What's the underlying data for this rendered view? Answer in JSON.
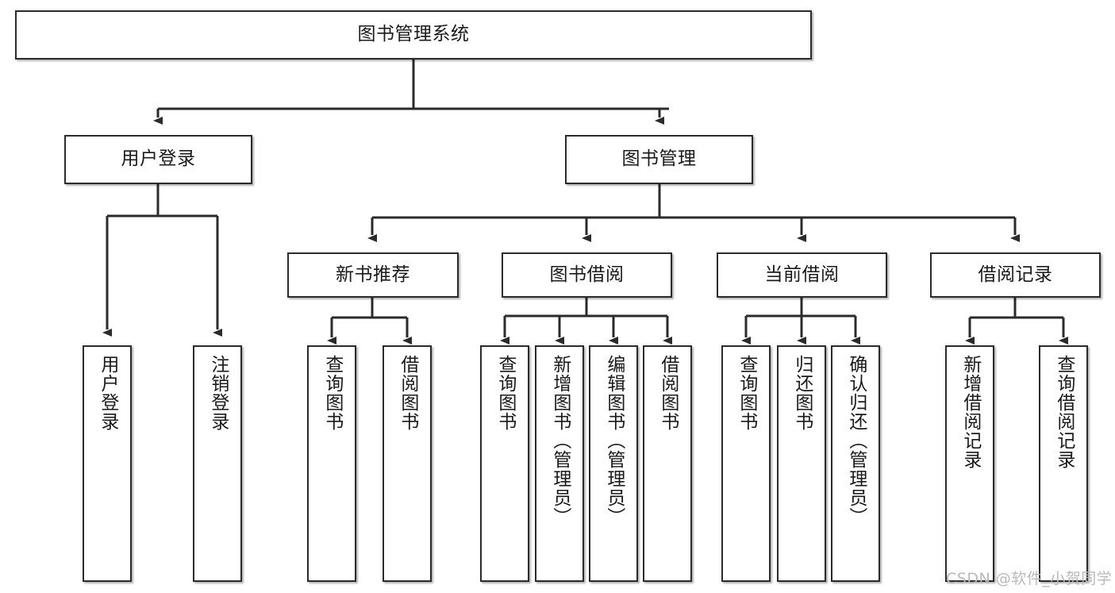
{
  "diagram": {
    "type": "tree-hierarchy",
    "title": "图书管理系统",
    "watermark": "CSDN @软件_小贺同学",
    "colors": {
      "box_border": "#2b2b2b",
      "box_fill": "#ffffff",
      "line": "#2b2b2b",
      "text": "#1a1a1a",
      "watermark": "#b9b9b9",
      "background": "#ffffff"
    },
    "nodes": {
      "root": {
        "label": "图书管理系统"
      },
      "level2": [
        {
          "id": "user-login",
          "label": "用户登录"
        },
        {
          "id": "book-manage",
          "label": "图书管理"
        }
      ],
      "level3": [
        {
          "id": "new-book-recommend",
          "label": "新书推荐"
        },
        {
          "id": "book-borrow",
          "label": "图书借阅"
        },
        {
          "id": "current-borrow",
          "label": "当前借阅"
        },
        {
          "id": "borrow-record",
          "label": "借阅记录"
        }
      ],
      "leaves": {
        "user-login": [
          {
            "id": "leaf-user-login",
            "label": "用户登录"
          },
          {
            "id": "leaf-logout",
            "label": "注销登录"
          }
        ],
        "new-book-recommend": [
          {
            "id": "leaf-query-book-1",
            "label": "查询图书"
          },
          {
            "id": "leaf-borrow-book-1",
            "label": "借阅图书"
          }
        ],
        "book-borrow": [
          {
            "id": "leaf-query-book-2",
            "label": "查询图书"
          },
          {
            "id": "leaf-add-book",
            "label": "新增图书（管理员）"
          },
          {
            "id": "leaf-edit-book",
            "label": "编辑图书（管理员）"
          },
          {
            "id": "leaf-borrow-book-2",
            "label": "借阅图书"
          }
        ],
        "current-borrow": [
          {
            "id": "leaf-query-book-3",
            "label": "查询图书"
          },
          {
            "id": "leaf-return-book",
            "label": "归还图书"
          },
          {
            "id": "leaf-confirm-return",
            "label": "确认归还（管理员）"
          }
        ],
        "borrow-record": [
          {
            "id": "leaf-add-record",
            "label": "新增借阅记录"
          },
          {
            "id": "leaf-query-record",
            "label": "查询借阅记录"
          }
        ]
      }
    }
  }
}
